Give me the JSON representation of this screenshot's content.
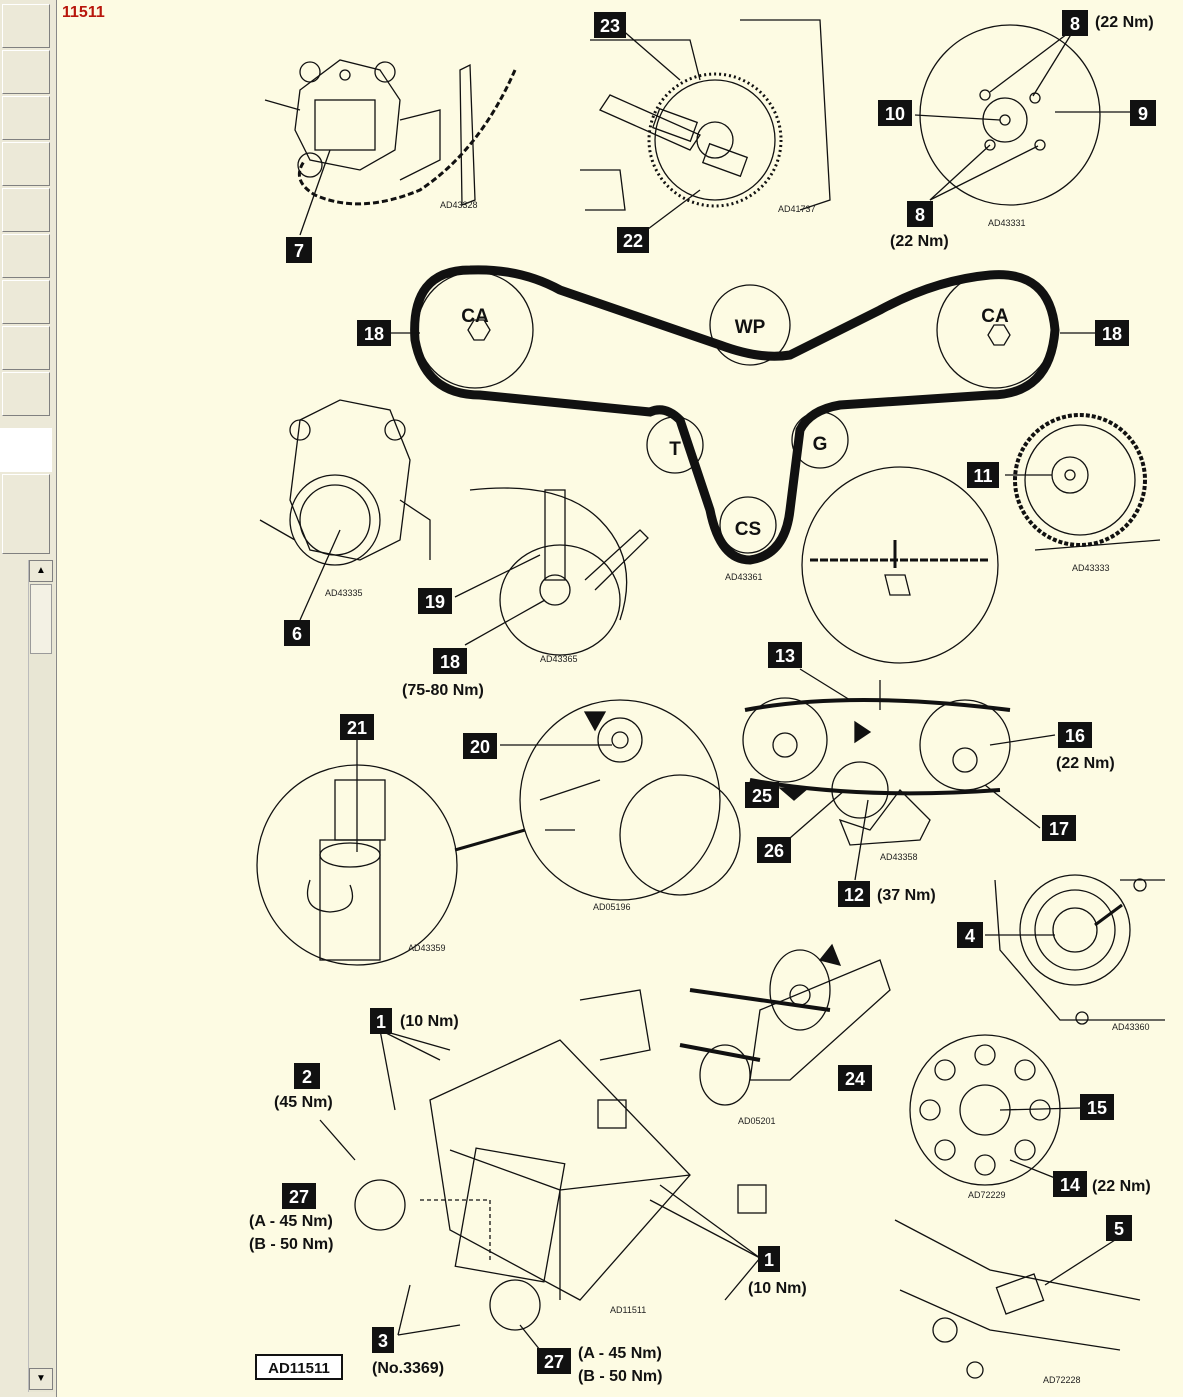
{
  "doc": {
    "id": "11511",
    "ref_box": "AD11511"
  },
  "figures": {
    "f1": "AD43328",
    "f2": "AD41737",
    "f3": "AD43331",
    "f4": "AD43361",
    "f5": "AD43335",
    "f6": "AD43365",
    "f7": "AD43333",
    "f8": "AD43358",
    "f9": "AD43359",
    "f10": "AD05196",
    "f11": "AD43360",
    "f12": "AD05201",
    "f13": "AD72229",
    "f14": "AD11511",
    "f15": "AD72228"
  },
  "pulleys": {
    "ca": "CA",
    "wp": "WP",
    "t": "T",
    "g": "G",
    "cs": "CS"
  },
  "labels": {
    "l1": "1",
    "l2": "2",
    "l3": "3",
    "l4": "4",
    "l5": "5",
    "l6": "6",
    "l7": "7",
    "l8": "8",
    "l9": "9",
    "l10": "10",
    "l11": "11",
    "l12": "12",
    "l13": "13",
    "l14": "14",
    "l15": "15",
    "l16": "16",
    "l17": "17",
    "l18": "18",
    "l19": "19",
    "l20": "20",
    "l21": "21",
    "l22": "22",
    "l23": "23",
    "l24": "24",
    "l25": "25",
    "l26": "26",
    "l27": "27"
  },
  "torques": {
    "t8a": "(22 Nm)",
    "t8b": "(22 Nm)",
    "t18": "(75-80 Nm)",
    "t16": "(22 Nm)",
    "t12": "(37 Nm)",
    "t1a": "(10 Nm)",
    "t2": "(45 Nm)",
    "t27a1": "(A - 45 Nm)",
    "t27a2": "(B - 50 Nm)",
    "t1b": "(10 Nm)",
    "t3": "(No.3369)",
    "t27b1": "(A - 45 Nm)",
    "t27b2": "(B - 50 Nm)",
    "t14": "(22 Nm)"
  },
  "colors": {
    "accent": "#b8160c",
    "label_bg": "#111111",
    "background": "#fdfbe3"
  }
}
